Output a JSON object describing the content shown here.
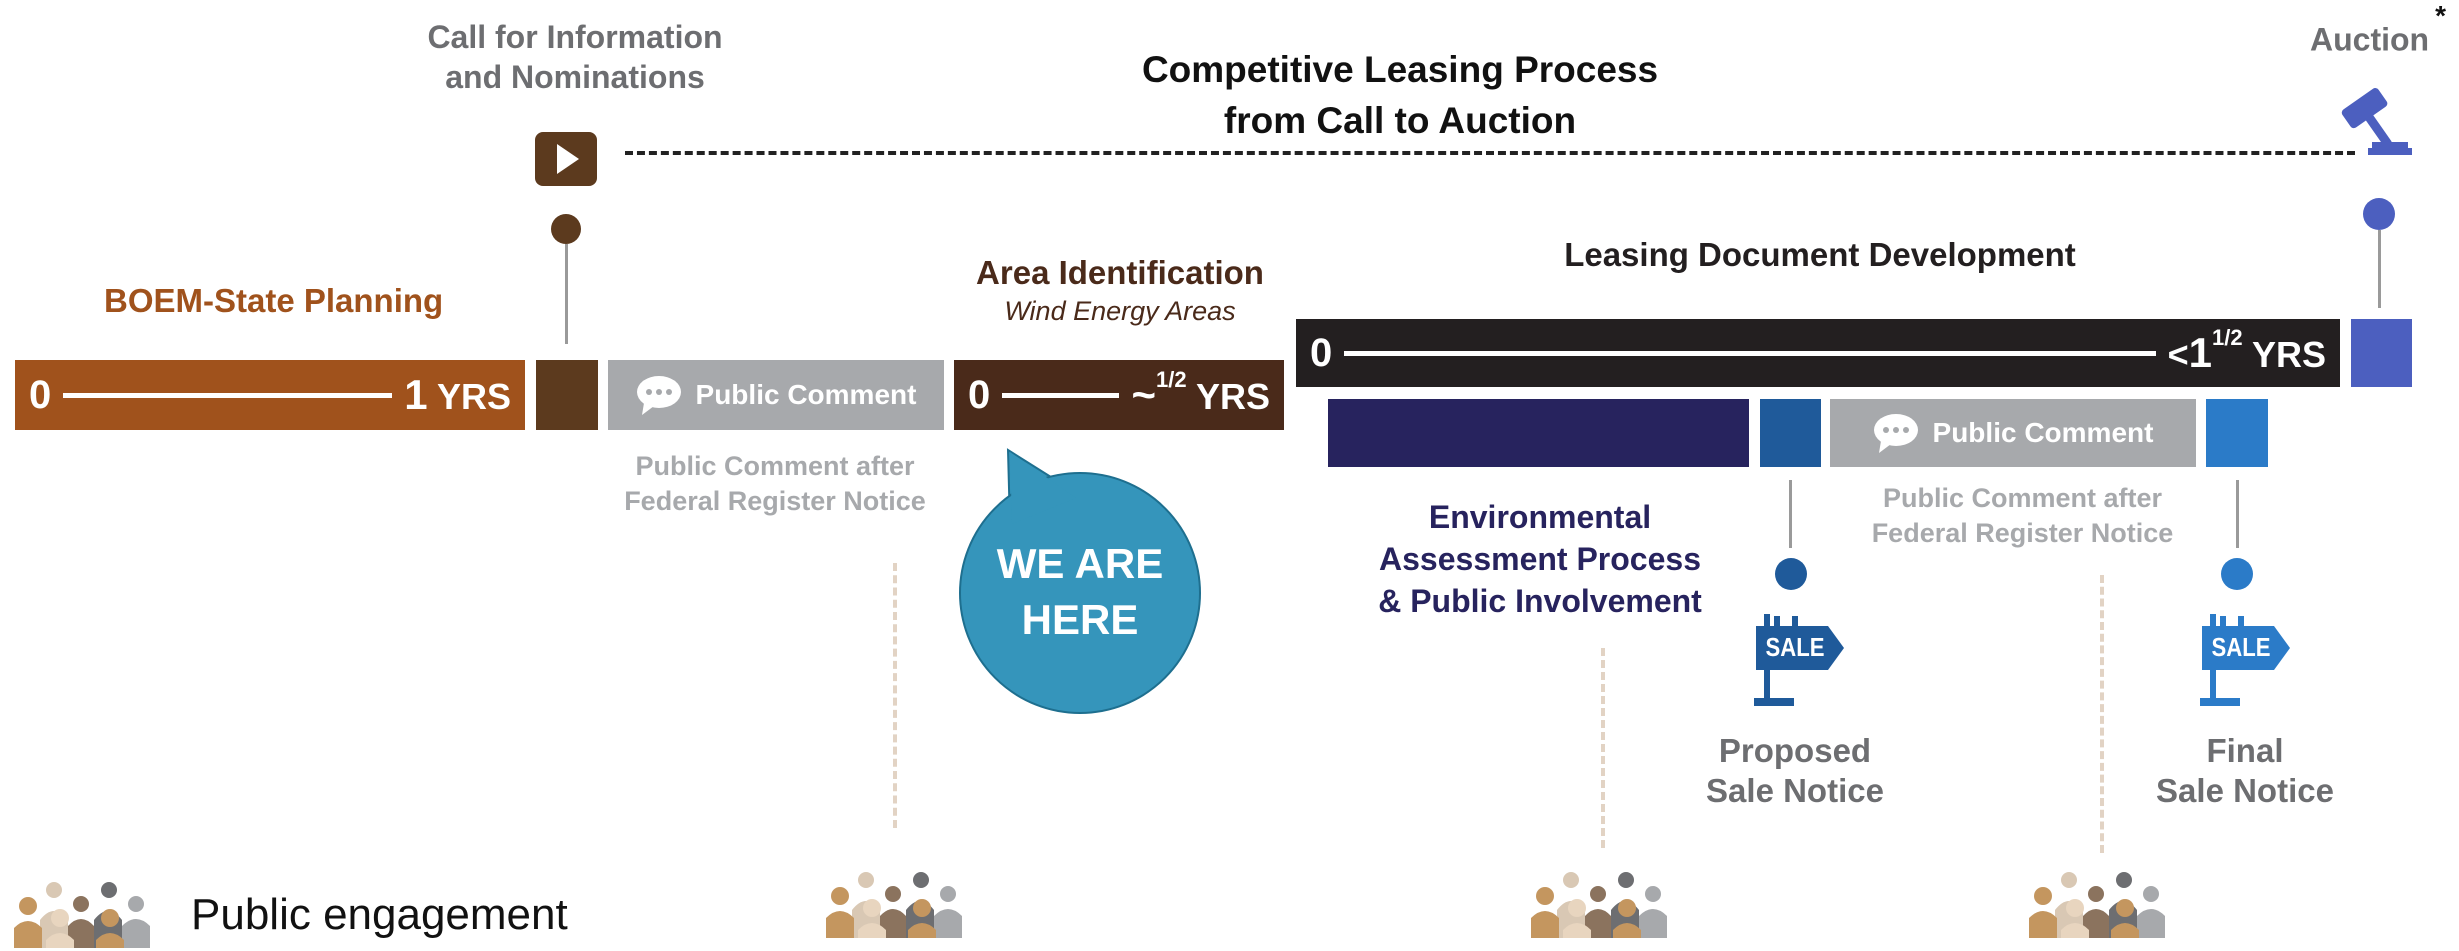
{
  "title": {
    "line1": "Competitive Leasing Process",
    "line2": "from Call to Auction"
  },
  "call": {
    "line1": "Call for Information",
    "line2": "and Nominations",
    "icon": "play-icon"
  },
  "auction": {
    "label": "Auction",
    "asterisk": "*",
    "icon": "gavel-icon"
  },
  "planning": {
    "label": "BOEM-State Planning",
    "start": "0",
    "end": "1",
    "unit": "YRS",
    "duration_years": 1,
    "color": "#a0521c"
  },
  "public_comment_1": {
    "label": "Public Comment",
    "note_line1": "Public Comment after",
    "note_line2": "Federal Register Notice",
    "icon": "comment-bubble-icon"
  },
  "area_id": {
    "title": "Area Identification",
    "subtitle": "Wind Energy Areas",
    "start": "0",
    "approx": "~",
    "num": "1/2",
    "unit": "YRS",
    "duration_years": 0.5,
    "color": "#4a2a1a"
  },
  "we_are_here": {
    "line1": "WE ARE",
    "line2": "HERE",
    "color": "#3595bb"
  },
  "leasing_doc": {
    "title": "Leasing Document Development",
    "start": "0",
    "lt": "<",
    "whole": "1",
    "frac": "1/2",
    "unit": "YRS",
    "duration_years": 1.5,
    "color": "#231f20"
  },
  "environmental": {
    "line1": "Environmental",
    "line2": "Assessment Process",
    "line3": "& Public Involvement",
    "color": "#27235e"
  },
  "public_comment_2": {
    "label": "Public Comment",
    "note_line1": "Public Comment after",
    "note_line2": "Federal Register Notice",
    "icon": "comment-bubble-icon"
  },
  "proposed_sale": {
    "line1": "Proposed",
    "line2": "Sale Notice",
    "sign_text": "SALE",
    "icon": "sale-sign-icon"
  },
  "final_sale": {
    "line1": "Final",
    "line2": "Sale Notice",
    "sign_text": "SALE",
    "icon": "sale-sign-icon"
  },
  "legend": {
    "label": "Public engagement",
    "icon": "people-group-icon"
  },
  "colors": {
    "blue_accent": "#4c5fbf",
    "proposed_blue": "#1f5a9a",
    "final_blue": "#2b7bc8",
    "grey": "#a7a9ac",
    "dark_text": "#231f20"
  }
}
